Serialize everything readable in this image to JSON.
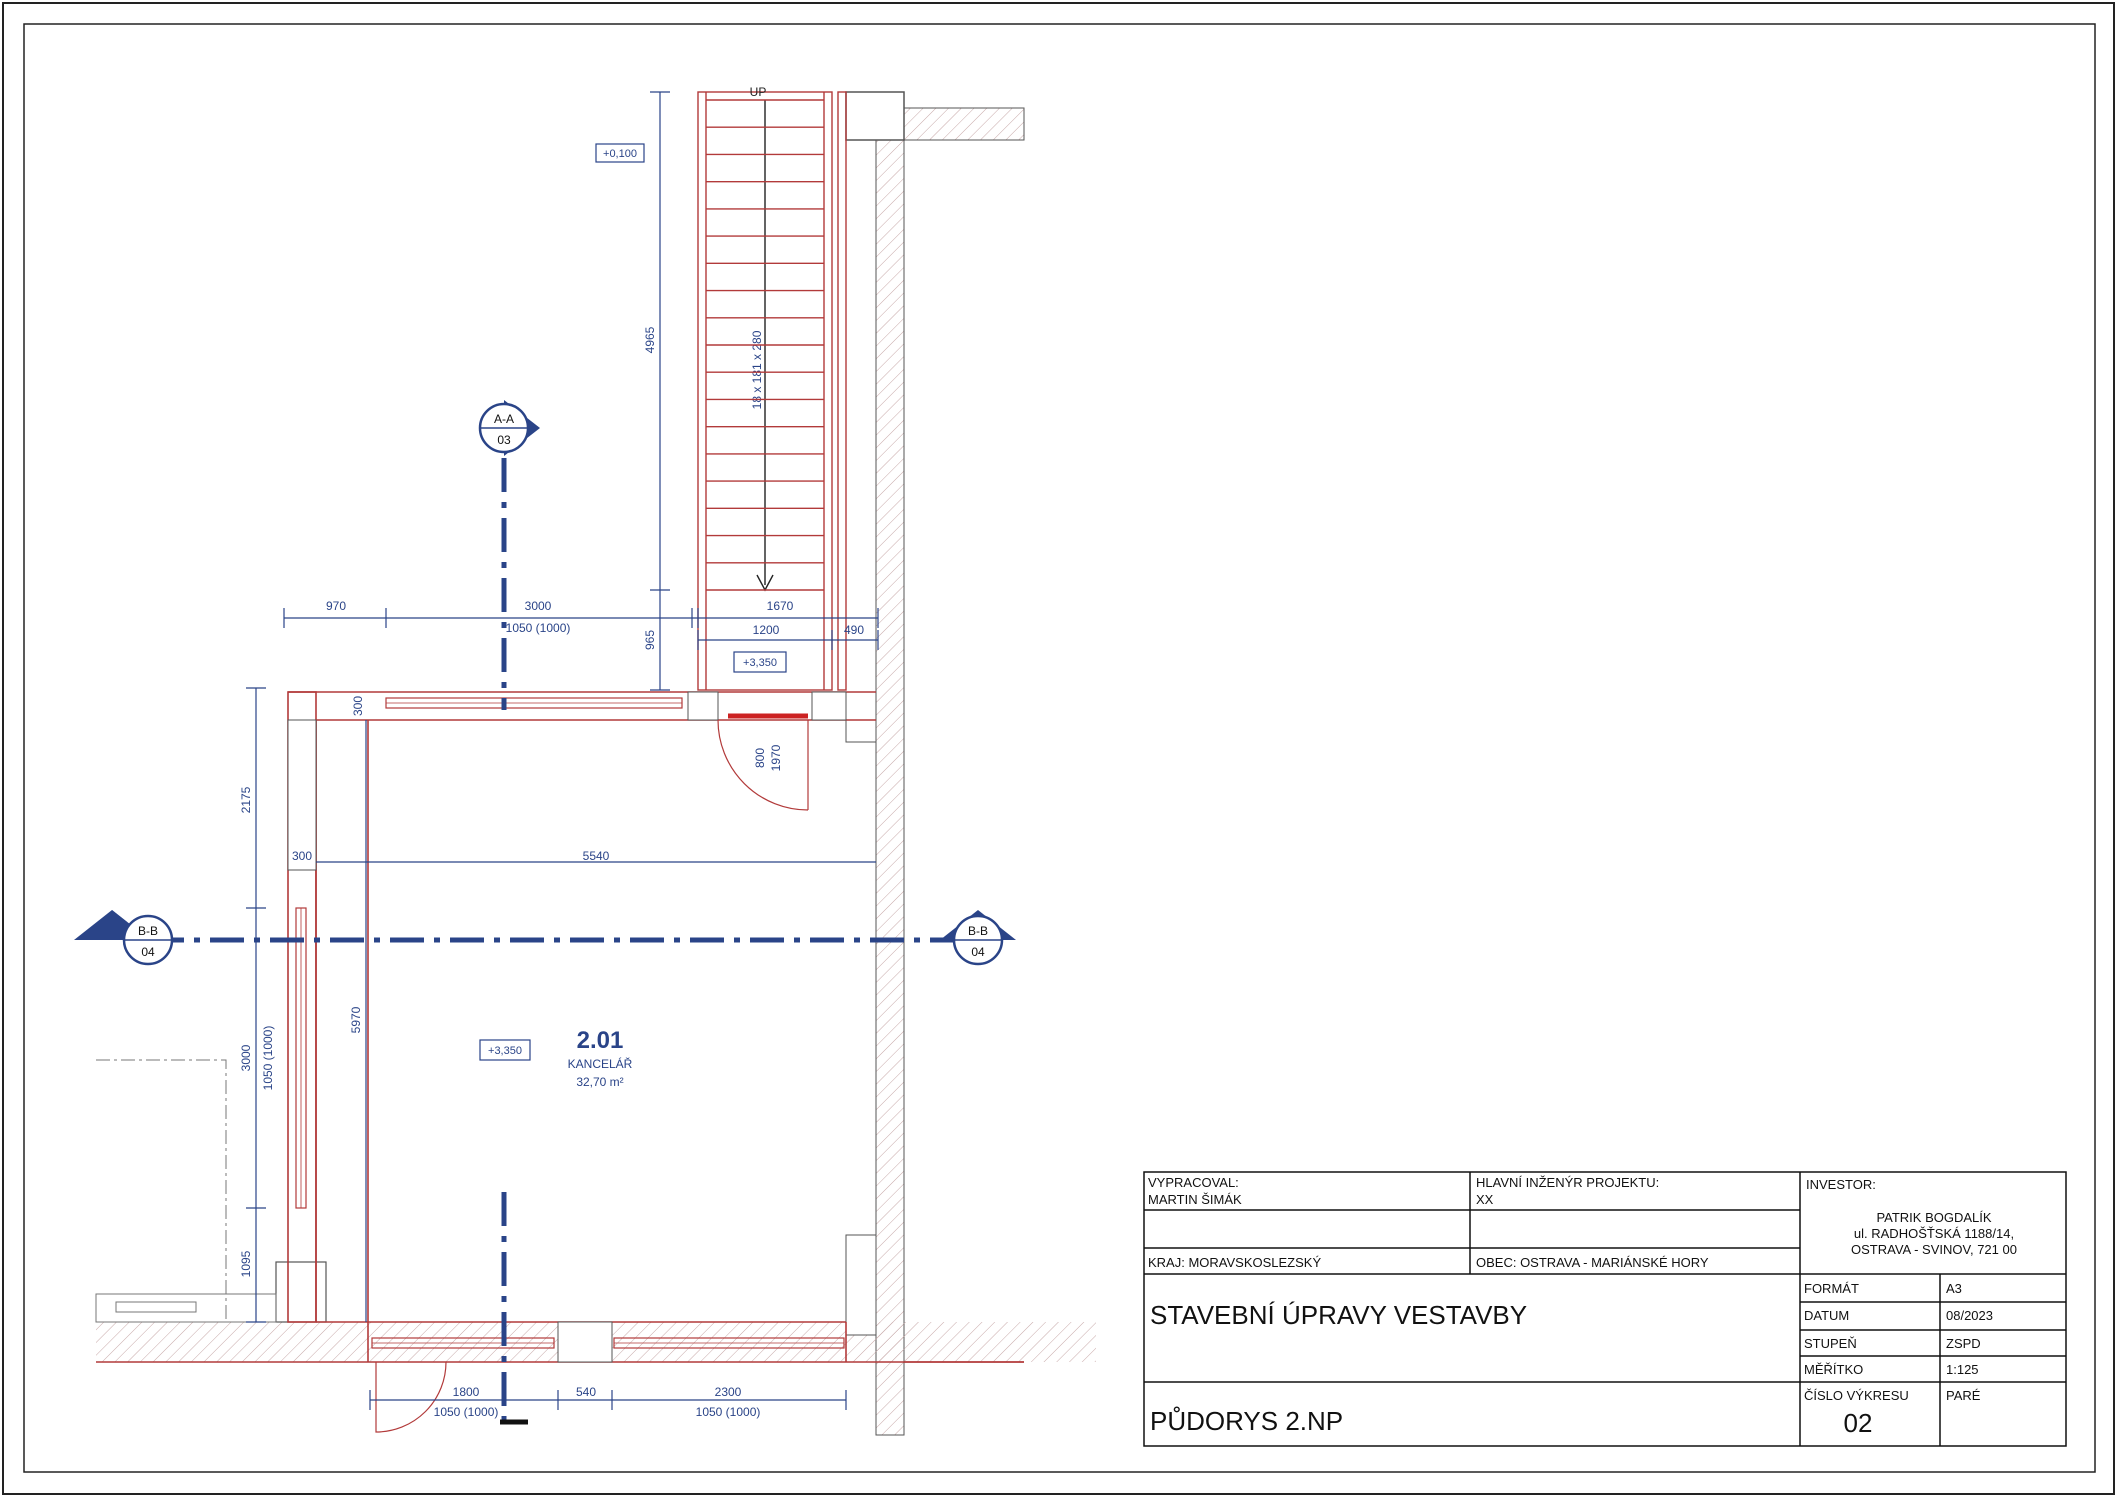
{
  "colors": {
    "wall": "#b23a3a",
    "dim": "#2a4488",
    "label": "#2a4488",
    "frame": "#222222"
  },
  "plan": {
    "stair_label": "UP",
    "stair_text": "18 x 181 x 280",
    "levels": [
      "+0,100",
      "+3,350",
      "+3,350"
    ],
    "room": {
      "number": "2.01",
      "name": "KANCELÁŘ",
      "area": "32,70 m²"
    },
    "sections": {
      "aa_top": "A-A",
      "aa_bottom": "03",
      "bb_top": "B-B",
      "bb_bottom": "04"
    },
    "dims": {
      "d970": "970",
      "d3000_top": "3000",
      "d1050_top": "1050 (1000)",
      "d1670": "1670",
      "d1200": "1200",
      "d490": "490",
      "d4965": "4965",
      "d965": "965",
      "d300a": "300",
      "d300b": "300",
      "d2175": "2175",
      "d5540": "5540",
      "d5970": "5970",
      "d3000_left": "3000",
      "d1050_left": "1050 (1000)",
      "d1095": "1095",
      "d800": "800",
      "d1970": "1970",
      "d1800": "1800",
      "d1050_b1": "1050 (1000)",
      "d540": "540",
      "d2300": "2300",
      "d1050_b2": "1050 (1000)"
    }
  },
  "title_block": {
    "vypracoval_label": "VYPRACOVAL:",
    "vypracoval_value": "MARTIN ŠIMÁK",
    "hip_label": "HLAVNÍ INŽENÝR PROJEKTU:",
    "hip_value": "XX",
    "investor_label": "INVESTOR:",
    "investor_lines": [
      "PATRIK BOGDALÍK",
      "ul. RADHOŠŤSKÁ 1188/14,",
      "OSTRAVA - SVINOV, 721 00"
    ],
    "kraj": "KRAJ: MORAVSKOSLEZSKÝ",
    "obec": "OBEC: OSTRAVA - MARIÁNSKÉ HORY",
    "project_title": "STAVEBNÍ ÚPRAVY VESTAVBY",
    "drawing_title": "PŮDORYS 2.NP",
    "format_label": "FORMÁT",
    "format_value": "A3",
    "datum_label": "DATUM",
    "datum_value": "08/2023",
    "stupen_label": "STUPEŇ",
    "stupen_value": "ZSPD",
    "meritko_label": "MĚŘÍTKO",
    "meritko_value": "1:125",
    "cislo_label": "ČÍSLO VÝKRESU",
    "cislo_value": "02",
    "pare_label": "PARÉ"
  }
}
